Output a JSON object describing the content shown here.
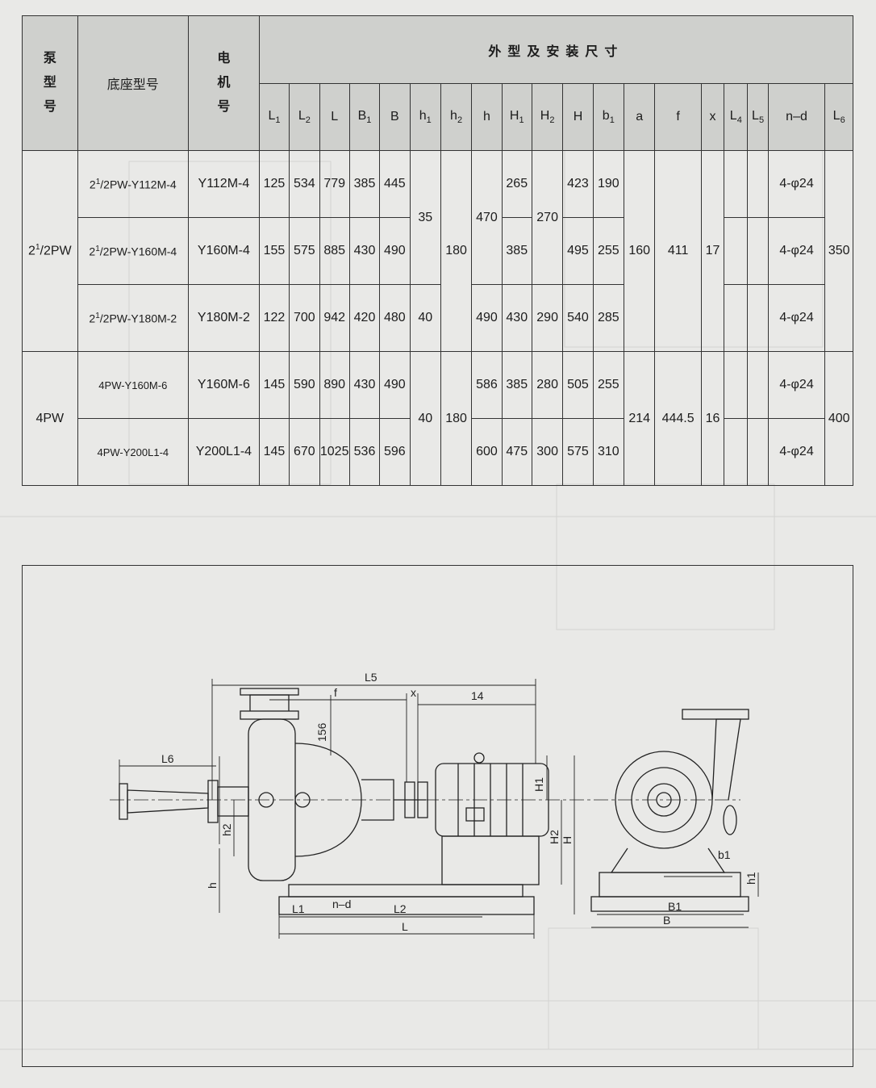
{
  "header": {
    "pump_model": [
      "泵",
      "型",
      "号"
    ],
    "base_model": "底座型号",
    "motor_model": [
      "电",
      "机",
      "号"
    ],
    "dims_title": "外型及安装尺寸",
    "columns": [
      "L1",
      "L2",
      "L",
      "B1",
      "B",
      "h1",
      "h2",
      "h",
      "H1",
      "H2",
      "H",
      "b1",
      "a",
      "f",
      "x",
      "L4",
      "L5",
      "n-d",
      "L6"
    ]
  },
  "groups": [
    {
      "pump": "2½PW",
      "rows": [
        {
          "base": "2½PW-Y112M-4",
          "motor": "Y112M-4",
          "L1": "125",
          "L2": "534",
          "L": "779",
          "B1": "385",
          "B": "445",
          "h": "",
          "H1": "265",
          "H2": "",
          "H": "423",
          "b1": "190",
          "nd": "4-φ24"
        },
        {
          "base": "2½PW-Y160M-4",
          "motor": "Y160M-4",
          "L1": "155",
          "L2": "575",
          "L": "885",
          "B1": "430",
          "B": "490",
          "h": "",
          "H1": "385",
          "H2": "",
          "H": "495",
          "b1": "255",
          "nd": "4-φ24"
        },
        {
          "base": "2½PW-Y180M-2",
          "motor": "Y180M-2",
          "L1": "122",
          "L2": "700",
          "L": "942",
          "B1": "420",
          "B": "480",
          "h": "490",
          "H1": "430",
          "H2": "290",
          "H": "540",
          "b1": "285",
          "nd": "4-φ24"
        }
      ],
      "merged": {
        "h1_top": "35",
        "h1_bottom": "40",
        "h2": "180",
        "h_top": "470",
        "H2_top": "270",
        "a": "160",
        "f": "411",
        "x": "17",
        "L6": "350"
      }
    },
    {
      "pump": "4PW",
      "rows": [
        {
          "base": "4PW-Y160M-6",
          "motor": "Y160M-6",
          "L1": "145",
          "L2": "590",
          "L": "890",
          "B1": "430",
          "B": "490",
          "h": "586",
          "H1": "385",
          "H2": "280",
          "H": "505",
          "b1": "255",
          "nd": "4-φ24"
        },
        {
          "base": "4PW-Y200L1-4",
          "motor": "Y200L1-4",
          "L1": "145",
          "L2": "670",
          "L": "1025",
          "B1": "536",
          "B": "596",
          "h": "600",
          "H1": "475",
          "H2": "300",
          "H": "575",
          "b1": "310",
          "nd": "4-φ24"
        }
      ],
      "merged": {
        "h1": "40",
        "h2": "180",
        "a": "214",
        "f": "444.5",
        "x": "16",
        "L6": "400"
      }
    }
  ],
  "diagram_labels": {
    "L5": "L5",
    "f": "f",
    "x": "x",
    "fourteen": "14",
    "d156": "156",
    "L6": "L6",
    "H1": "H1",
    "H2": "H2",
    "H": "H",
    "h2": "h2",
    "h": "h",
    "nd": "n–d",
    "L1": "L1",
    "L2": "L2",
    "L": "L",
    "b1": "b1",
    "h1": "h1",
    "B1": "B1",
    "B": "B"
  },
  "colors": {
    "header_bg": "#cfd0cd",
    "page_bg": "#e9e9e7",
    "line": "#333333"
  }
}
